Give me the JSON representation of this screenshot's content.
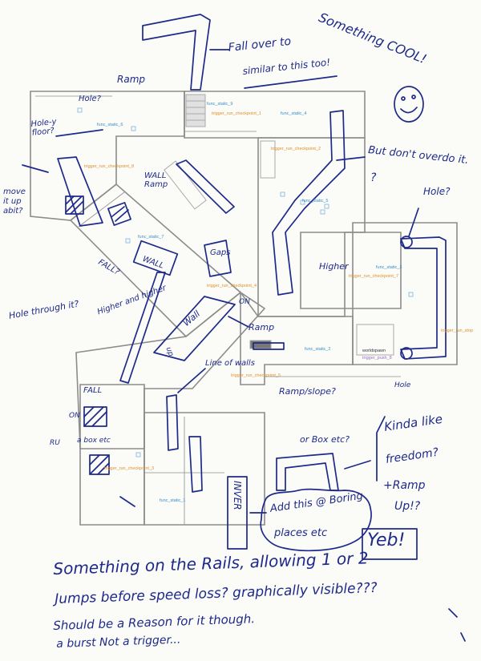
{
  "notes": {
    "fall_over": "Fall over to",
    "similar": "similar to this too!",
    "something_cool": "Something COOL!",
    "ramp_top": "Ramp",
    "hole_q": "Hole?",
    "hole_y_floor": "Hole-y floor?",
    "but_dont_overdo": "But don't overdo it.",
    "q_mark": "?",
    "hole_right": "Hole?",
    "move_it_up": "move it up abit?",
    "wall_ramp": "WALL Ramp",
    "higher": "Higher",
    "fall_q": "FALL?",
    "wall_mid": "WALL",
    "gaps": "Gaps",
    "hole_through": "Hole through it?",
    "higher_and_higher": "Higher and higher",
    "wall_diag": "Wall",
    "ramp_mid": "Ramp",
    "up": "up",
    "lineofwalls": "Line of walls",
    "ramp_slope": "Ramp/slope?",
    "hole_bottom": "Hole",
    "fall_bottom": "FALL",
    "on": "ON",
    "on_two": "ON",
    "a_box_etc": "a box etc",
    "ru": "RU",
    "or_box_etc": "or Box etc?",
    "kinda_like": "Kinda like",
    "freedom": "freedom?",
    "ramp_plus": "+Ramp",
    "up_q": "Up!?",
    "inver": "INVER",
    "add_this": "Add this @ Boring",
    "places_etc": "places etc",
    "yeb": "Yeb!",
    "bottom1": "Something on the Rails, allowing 1 or 2",
    "bottom2": "Jumps before speed loss? graphically visible???",
    "bottom3": "Should be a Reason for it though.",
    "bottom4": "a burst Not a trigger..."
  },
  "labels": {
    "func_static_9": "func_static_9",
    "trigger_run_checkpoint_1": "trigger_run_checkpoint_1",
    "func_static_4": "func_static_4",
    "func_static_6": "func_static_6",
    "trigger_run_checkpoint_2": "trigger_run_checkpoint_2",
    "trigger_run_checkpoint_8": "trigger_run_checkpoint_8",
    "func_static_5": "func_static_5",
    "func_static_7": "func_static_7",
    "func_static_3": "func_static_3",
    "trigger_run_checkpoint_7": "trigger_run_checkpoint_7",
    "trigger_run_checkpoint_4": "trigger_run_checkpoint_4",
    "func_static_2": "func_static_2",
    "trigger_push_8": "trigger_push_8",
    "trigger_run_checkpoint_5": "trigger_run_checkpoint_5",
    "trigger_run_checkpoint_3": "trigger_run_checkpoint_3",
    "func_static_1": "func_static_1",
    "trigger_run_stop": "trigger_run_stop",
    "worldspawn": "worldspawn"
  },
  "colors": {
    "ink": "#1e2a8a",
    "wall": "#8c8c8c",
    "func_label": "#3a8fc8",
    "trigger_label": "#e0902a"
  }
}
